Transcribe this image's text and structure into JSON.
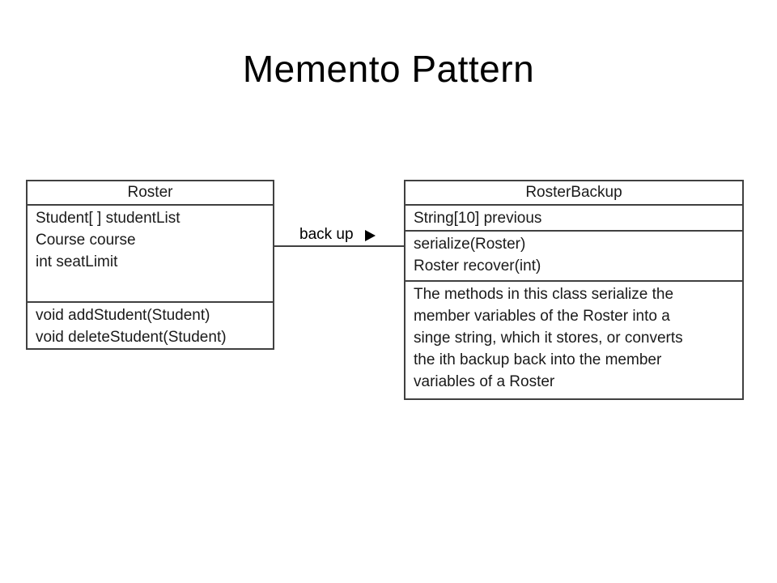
{
  "slide": {
    "title": "Memento Pattern"
  },
  "diagram": {
    "roster": {
      "name": "Roster",
      "attributes": [
        "Student[ ] studentList",
        "Course course",
        "int seatLimit"
      ],
      "operations": [
        "void addStudent(Student)",
        "void deleteStudent(Student)"
      ]
    },
    "association": {
      "label": "back up",
      "direction": "right"
    },
    "backup": {
      "name": "RosterBackup",
      "attributes": [
        "String[10] previous"
      ],
      "operations": [
        "serialize(Roster)",
        "Roster recover(int)"
      ],
      "note_lines": [
        "The methods in this class serialize the",
        "member variables of the Roster into a",
        "singe string, which it stores, or converts",
        "the ith backup back into the member",
        "variables of a Roster"
      ]
    }
  }
}
